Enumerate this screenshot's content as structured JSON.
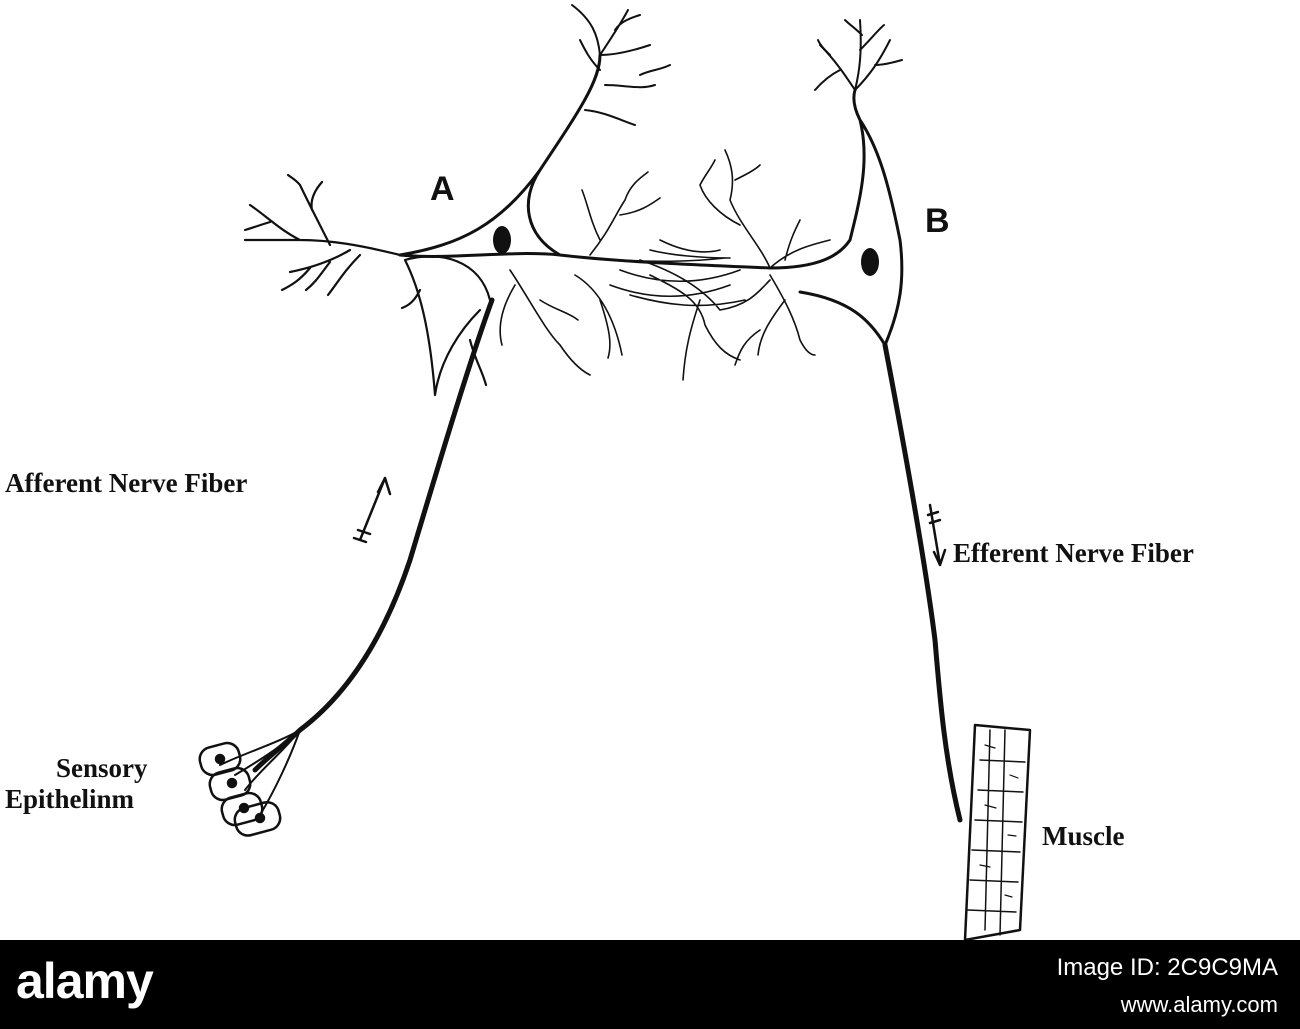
{
  "diagram": {
    "labels": {
      "neuron_a": "A",
      "neuron_b": "B",
      "afferent": "Afferent Nerve Fiber",
      "efferent": "Efferent Nerve Fiber",
      "sensory_line1": "Sensory",
      "sensory_line2": "Epithelinm",
      "muscle": "Muscle"
    },
    "ink_color": "#111111"
  },
  "footer": {
    "logo": "alamy",
    "image_id": "Image ID: 2C9C9MA",
    "site": "www.alamy.com"
  }
}
